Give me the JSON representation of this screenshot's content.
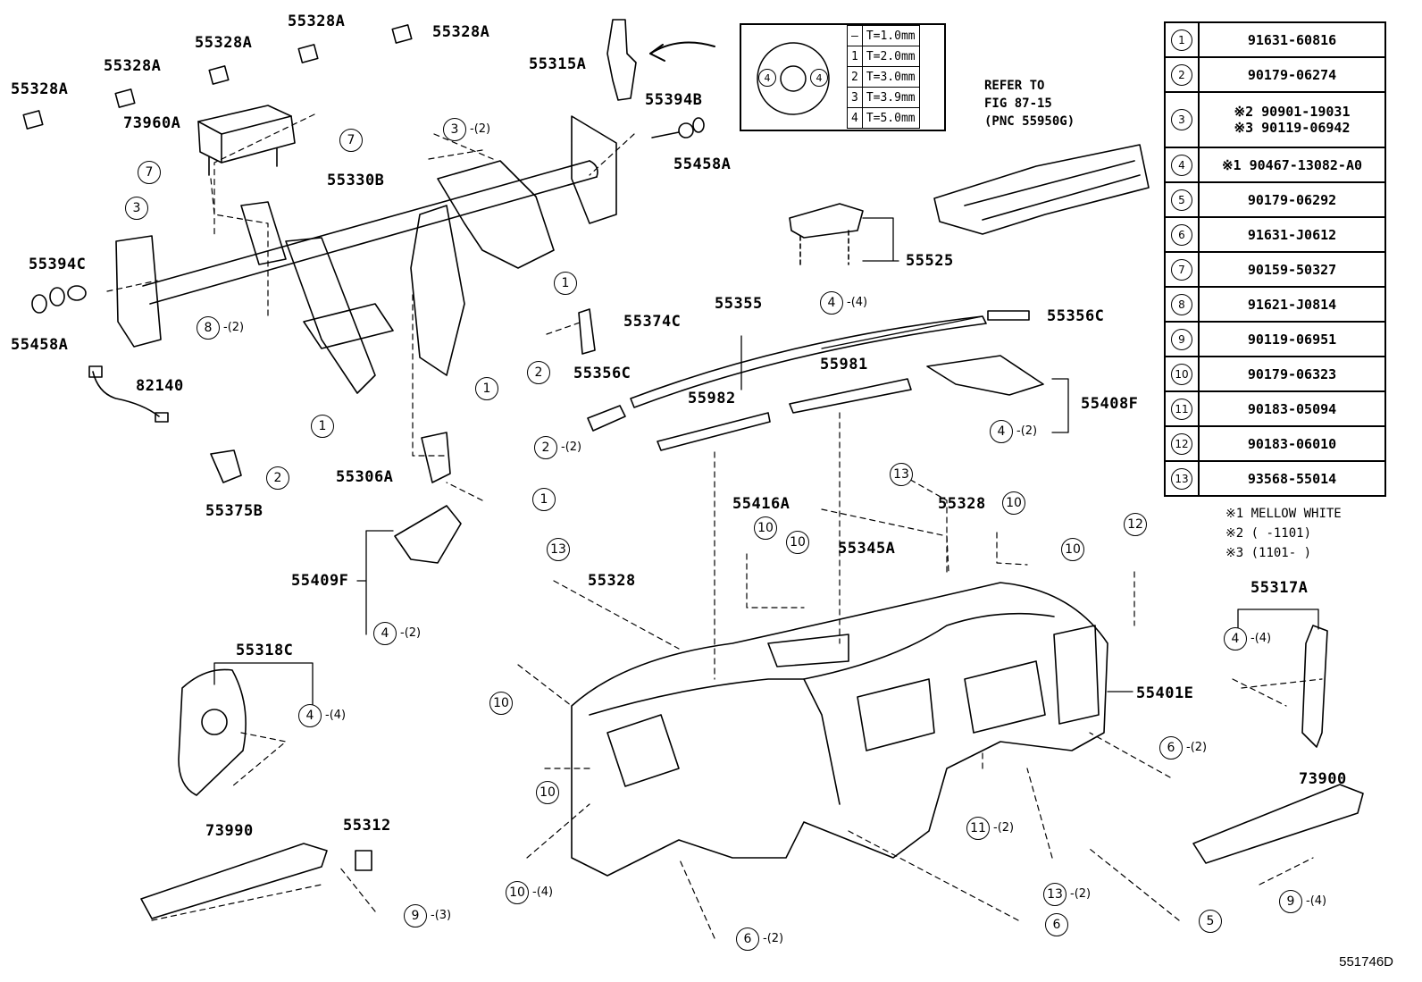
{
  "labels": [
    {
      "id": "55328A-1",
      "text": "55328A"
    },
    {
      "id": "55328A-2",
      "text": "55328A"
    },
    {
      "id": "55328A-3",
      "text": "55328A"
    },
    {
      "id": "55328A-4",
      "text": "55328A"
    },
    {
      "id": "55328A-5",
      "text": "55328A"
    },
    {
      "id": "73960A",
      "text": "73960A"
    },
    {
      "id": "55315A",
      "text": "55315A"
    },
    {
      "id": "55394B",
      "text": "55394B"
    },
    {
      "id": "55458A-top",
      "text": "55458A"
    },
    {
      "id": "55330B",
      "text": "55330B"
    },
    {
      "id": "55394C",
      "text": "55394C"
    },
    {
      "id": "55458A-left",
      "text": "55458A"
    },
    {
      "id": "82140",
      "text": "82140"
    },
    {
      "id": "55374C",
      "text": "55374C"
    },
    {
      "id": "55356C-left",
      "text": "55356C"
    },
    {
      "id": "55355",
      "text": "55355"
    },
    {
      "id": "55356C-right",
      "text": "55356C"
    },
    {
      "id": "55525",
      "text": "55525"
    },
    {
      "id": "55981",
      "text": "55981"
    },
    {
      "id": "55982",
      "text": "55982"
    },
    {
      "id": "55408F",
      "text": "55408F"
    },
    {
      "id": "55306A",
      "text": "55306A"
    },
    {
      "id": "55375B",
      "text": "55375B"
    },
    {
      "id": "55416A",
      "text": "55416A"
    },
    {
      "id": "55328-right",
      "text": "55328"
    },
    {
      "id": "55345A",
      "text": "55345A"
    },
    {
      "id": "55409F",
      "text": "55409F"
    },
    {
      "id": "55328-mid",
      "text": "55328"
    },
    {
      "id": "55317A",
      "text": "55317A"
    },
    {
      "id": "55318C",
      "text": "55318C"
    },
    {
      "id": "55401E",
      "text": "55401E"
    },
    {
      "id": "73900",
      "text": "73900"
    },
    {
      "id": "73990",
      "text": "73990"
    },
    {
      "id": "55312",
      "text": "55312"
    }
  ],
  "refer_note": [
    "REFER TO",
    "FIG 87-15",
    "(PNC 55950G)"
  ],
  "callouts": [
    {
      "n": "3",
      "qty": "-(2)"
    },
    {
      "n": "7",
      "qty": ""
    },
    {
      "n": "7",
      "qty": ""
    },
    {
      "n": "3",
      "qty": ""
    },
    {
      "n": "1",
      "qty": ""
    },
    {
      "n": "8",
      "qty": "-(2)"
    },
    {
      "n": "4",
      "qty": "-(4)"
    },
    {
      "n": "1",
      "qty": ""
    },
    {
      "n": "2",
      "qty": ""
    },
    {
      "n": "1",
      "qty": ""
    },
    {
      "n": "2",
      "qty": "-(2)"
    },
    {
      "n": "2",
      "qty": ""
    },
    {
      "n": "1",
      "qty": ""
    },
    {
      "n": "4",
      "qty": "-(2)"
    },
    {
      "n": "13",
      "qty": ""
    },
    {
      "n": "10",
      "qty": ""
    },
    {
      "n": "10",
      "qty": ""
    },
    {
      "n": "10",
      "qty": ""
    },
    {
      "n": "10",
      "qty": ""
    },
    {
      "n": "12",
      "qty": ""
    },
    {
      "n": "13",
      "qty": ""
    },
    {
      "n": "4",
      "qty": "-(2)"
    },
    {
      "n": "4",
      "qty": "-(4)"
    },
    {
      "n": "4",
      "qty": "-(4)"
    },
    {
      "n": "10",
      "qty": ""
    },
    {
      "n": "10",
      "qty": ""
    },
    {
      "n": "6",
      "qty": "-(2)"
    },
    {
      "n": "11",
      "qty": "-(2)"
    },
    {
      "n": "10",
      "qty": "-(4)"
    },
    {
      "n": "13",
      "qty": "-(2)"
    },
    {
      "n": "6",
      "qty": ""
    },
    {
      "n": "5",
      "qty": ""
    },
    {
      "n": "9",
      "qty": "-(4)"
    },
    {
      "n": "6",
      "qty": "-(2)"
    },
    {
      "n": "9",
      "qty": "-(3)"
    }
  ],
  "legend": [
    {
      "n": "1",
      "pn": "91631-60816"
    },
    {
      "n": "2",
      "pn": "90179-06274"
    },
    {
      "n": "3",
      "pn": "※2 90901-19031|※3 90119-06942"
    },
    {
      "n": "4",
      "pn": "※1 90467-13082-A0"
    },
    {
      "n": "5",
      "pn": "90179-06292"
    },
    {
      "n": "6",
      "pn": "91631-J0612"
    },
    {
      "n": "7",
      "pn": "90159-50327"
    },
    {
      "n": "8",
      "pn": "91621-J0814"
    },
    {
      "n": "9",
      "pn": "90119-06951"
    },
    {
      "n": "10",
      "pn": "90179-06323"
    },
    {
      "n": "11",
      "pn": "90183-05094"
    },
    {
      "n": "12",
      "pn": "90183-06010"
    },
    {
      "n": "13",
      "pn": "93568-55014"
    }
  ],
  "legend_notes": [
    "※1 MELLOW WHITE",
    "※2 (   -1101)",
    "※3 (1101-   )"
  ],
  "shim": {
    "marks": [
      "4",
      "4"
    ],
    "rows": [
      {
        "k": "—",
        "v": "T=1.0mm"
      },
      {
        "k": "1",
        "v": "T=2.0mm"
      },
      {
        "k": "2",
        "v": "T=3.0mm"
      },
      {
        "k": "3",
        "v": "T=3.9mm"
      },
      {
        "k": "4",
        "v": "T=5.0mm"
      }
    ]
  },
  "footer": "551746D"
}
